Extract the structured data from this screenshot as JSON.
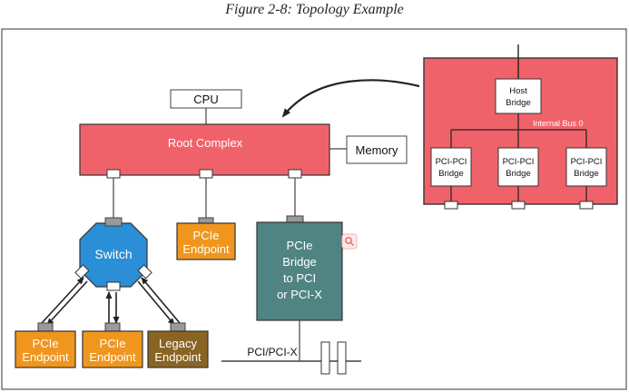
{
  "figure": {
    "caption": "Figure 2-8: Topology Example"
  },
  "nodes": {
    "cpu": "CPU",
    "root_complex": "Root Complex",
    "memory": "Memory",
    "switch": "Switch",
    "endpoint_top": [
      "PCIe",
      "Endpoint"
    ],
    "bridge_pci": [
      "PCIe",
      "Bridge",
      "to PCI",
      "or PCI-X"
    ],
    "endpoint_left": [
      "PCIe",
      "Endpoint"
    ],
    "endpoint_mid": [
      "PCIe",
      "Endpoint"
    ],
    "legacy_endpoint": [
      "Legacy",
      "Endpoint"
    ],
    "pci_bus": "PCI/PCI-X",
    "host_bridge": [
      "Host",
      "Bridge"
    ],
    "internal_bus": "Internal Bus 0",
    "pci_pci_bridges": [
      [
        "PCI-PCI",
        "Bridge"
      ],
      [
        "PCI-PCI",
        "Bridge"
      ],
      [
        "PCI-PCI",
        "Bridge"
      ]
    ]
  },
  "colors": {
    "root_red": "#f0626a",
    "switch_blue": "#2a8fd6",
    "endpoint_orange": "#f0961e",
    "legacy_brown": "#8a6424",
    "bridge_teal": "#4f8482",
    "port_gray": "#999999"
  }
}
